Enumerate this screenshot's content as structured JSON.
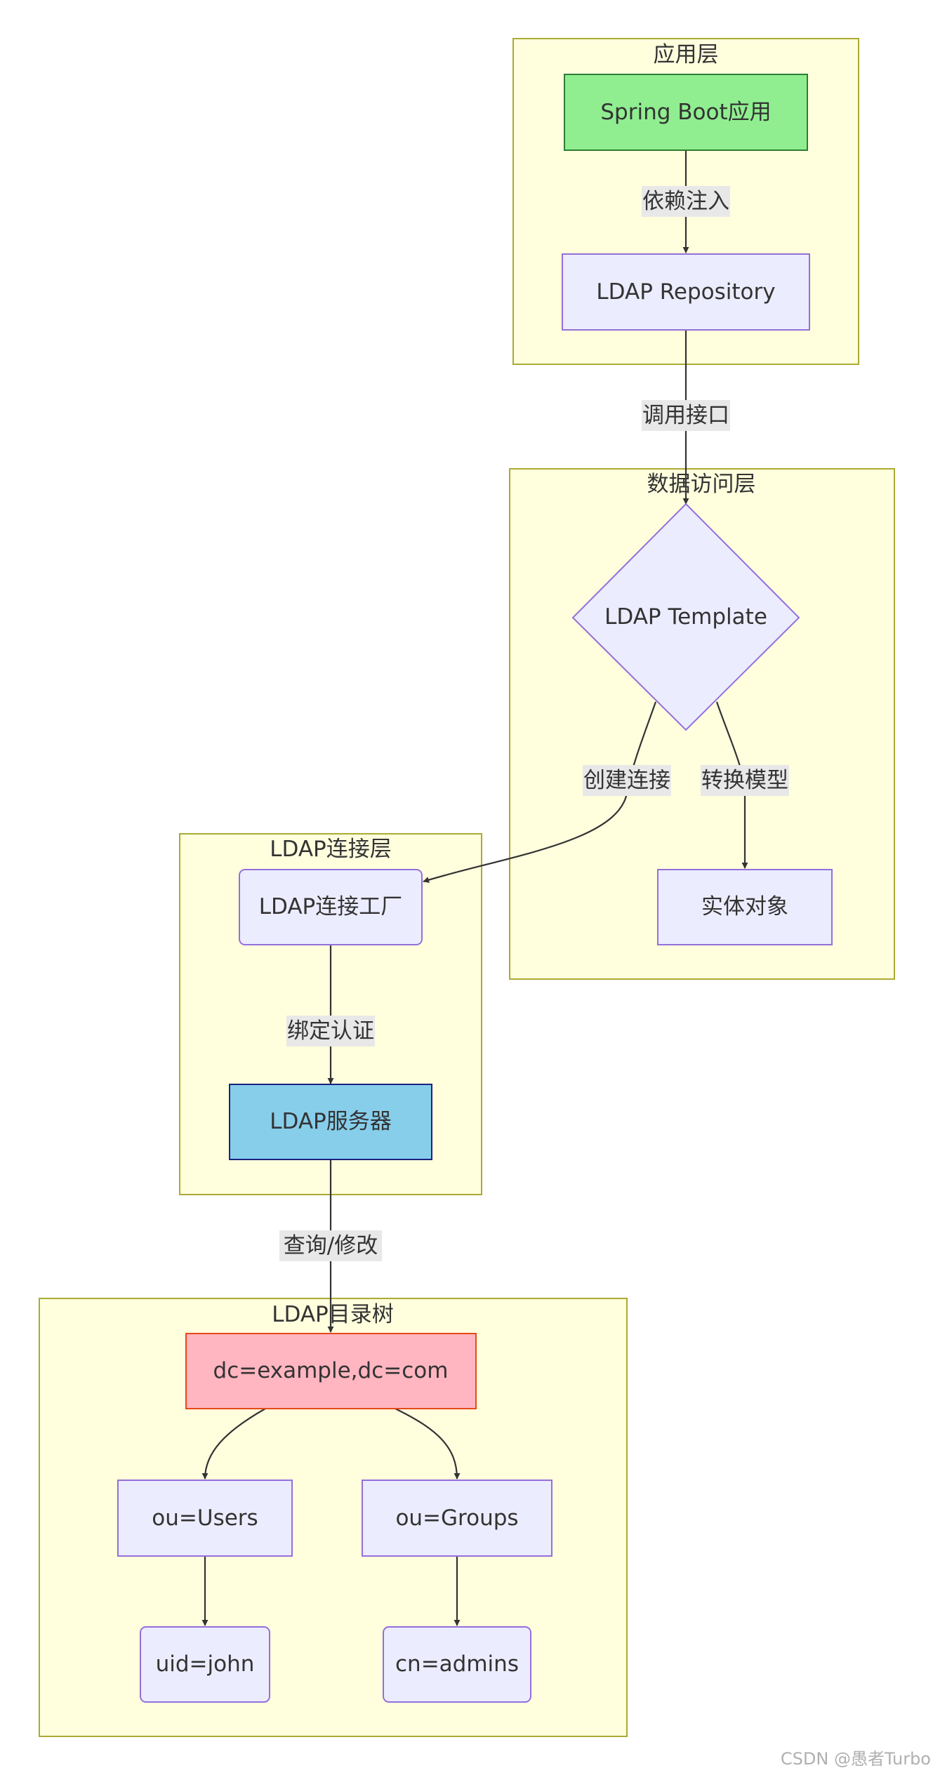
{
  "clusters": {
    "app": {
      "title": "应用层"
    },
    "data_access": {
      "title": "数据访问层"
    },
    "connection": {
      "title": "LDAP连接层"
    },
    "directory": {
      "title": "LDAP目录树"
    }
  },
  "nodes": {
    "spring_boot": {
      "label": "Spring Boot应用",
      "fill": "#90ee90",
      "stroke": "#2e7d32"
    },
    "repository": {
      "label": "LDAP Repository",
      "fill": "#ececff",
      "stroke": "#9370db"
    },
    "template": {
      "label": "LDAP Template",
      "fill": "#ececff",
      "stroke": "#9370db"
    },
    "entity": {
      "label": "实体对象",
      "fill": "#ececff",
      "stroke": "#9370db"
    },
    "conn_factory": {
      "label": "LDAP连接工厂",
      "fill": "#ececff",
      "stroke": "#9370db"
    },
    "server": {
      "label": "LDAP服务器",
      "fill": "#87ceeb",
      "stroke": "#1a237e"
    },
    "root": {
      "label": "dc=example,dc=com",
      "fill": "#ffb6c1",
      "stroke": "#e64a19"
    },
    "users": {
      "label": "ou=Users",
      "fill": "#ececff",
      "stroke": "#9370db"
    },
    "groups": {
      "label": "ou=Groups",
      "fill": "#ececff",
      "stroke": "#9370db"
    },
    "john": {
      "label": "uid=john",
      "fill": "#ececff",
      "stroke": "#9370db"
    },
    "admins": {
      "label": "cn=admins",
      "fill": "#ececff",
      "stroke": "#9370db"
    }
  },
  "edges": {
    "dependency_injection": {
      "label": "依赖注入"
    },
    "call_interface": {
      "label": "调用接口"
    },
    "create_connection": {
      "label": "创建连接"
    },
    "convert_model": {
      "label": "转换模型"
    },
    "bind_auth": {
      "label": "绑定认证"
    },
    "query_modify": {
      "label": "查询/修改"
    }
  },
  "watermark": "CSDN @愚者Turbo"
}
